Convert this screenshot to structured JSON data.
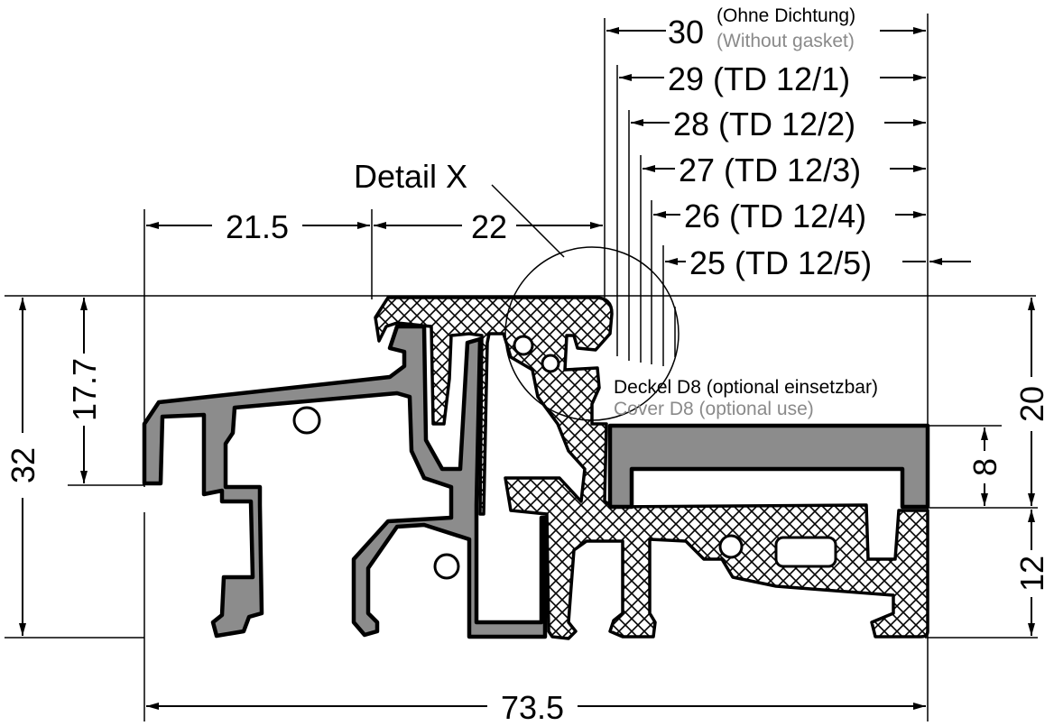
{
  "dimensions": {
    "overall_width": "73.5",
    "overall_height": "32",
    "left_width": "21.5",
    "middle_width": "22",
    "height_17_7": "17.7",
    "height_20": "20",
    "height_12": "12",
    "height_8": "8",
    "top_30": "30",
    "top_30_note_de": "(Ohne Dichtung)",
    "top_30_note_en": "(Without gasket)",
    "td": [
      "29 (TD 12/1)",
      "28 (TD 12/2)",
      "27 (TD 12/3)",
      "26 (TD 12/4)",
      "25 (TD 12/5)"
    ]
  },
  "labels": {
    "detail": "Detail X",
    "cover_de": "Deckel D8 (optional einsetzbar)",
    "cover_en": "Cover D8 (optional use)"
  },
  "colors": {
    "aluminium": "#8c8c8c",
    "line": "#000000",
    "note_grey": "#8a8a8a"
  }
}
